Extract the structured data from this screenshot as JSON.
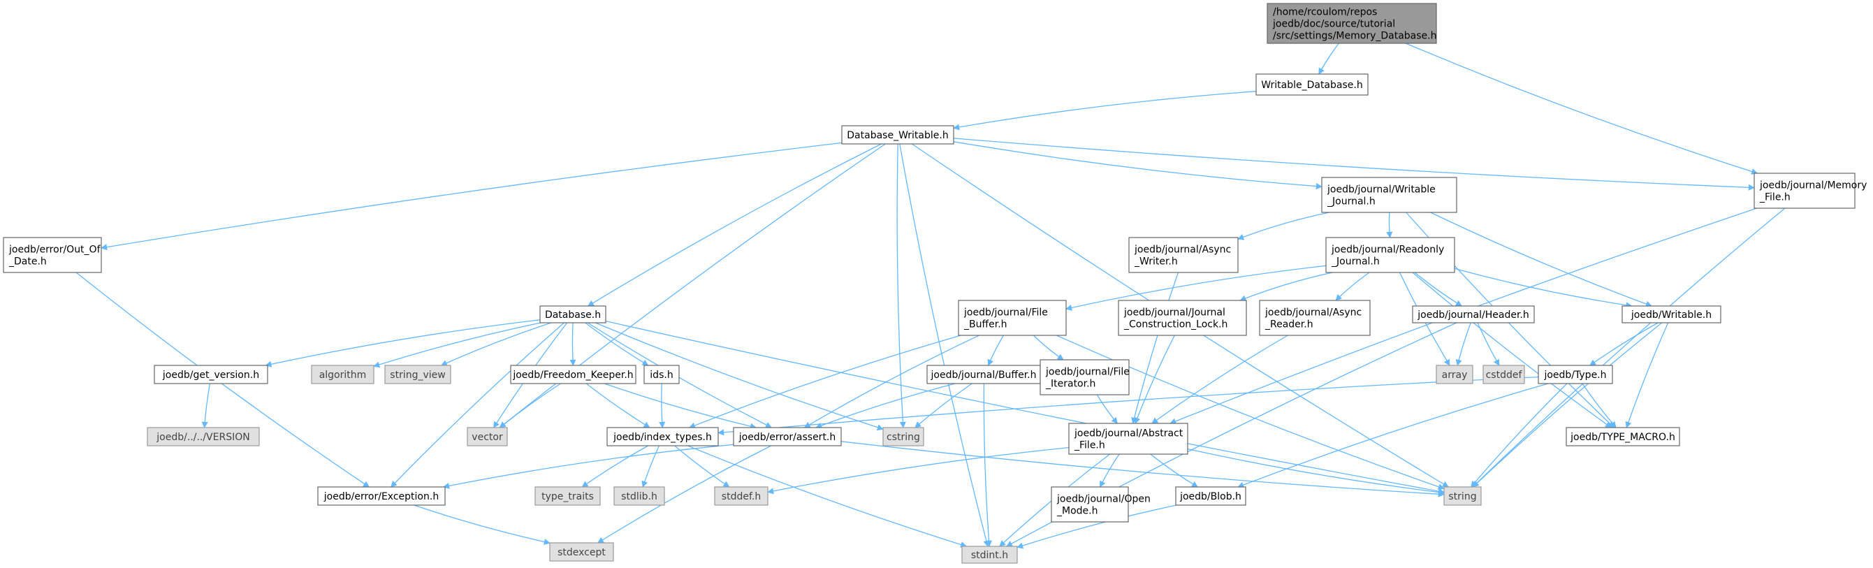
{
  "graph": {
    "nodes": [
      {
        "id": "n0",
        "kind": "root",
        "lines": [
          "/home/rcoulom/repos",
          "joedb/doc/source/tutorial",
          "/src/settings/Memory_Database.h"
        ]
      },
      {
        "id": "n1",
        "kind": "normal",
        "lines": [
          "Writable_Database.h"
        ]
      },
      {
        "id": "n2",
        "kind": "normal",
        "lines": [
          "Database_Writable.h"
        ]
      },
      {
        "id": "n3",
        "kind": "normal",
        "lines": [
          "joedb/journal/Memory",
          "_File.h"
        ]
      },
      {
        "id": "n4",
        "kind": "normal",
        "lines": [
          "joedb/error/Out_Of",
          "_Date.h"
        ]
      },
      {
        "id": "n5",
        "kind": "normal",
        "lines": [
          "joedb/journal/Writable",
          "_Journal.h"
        ]
      },
      {
        "id": "n6",
        "kind": "normal",
        "lines": [
          "joedb/journal/Async",
          "_Writer.h"
        ]
      },
      {
        "id": "n7",
        "kind": "normal",
        "lines": [
          "joedb/journal/Readonly",
          "_Journal.h"
        ]
      },
      {
        "id": "n8",
        "kind": "normal",
        "lines": [
          "Database.h"
        ]
      },
      {
        "id": "n9",
        "kind": "normal",
        "lines": [
          "joedb/journal/File",
          "_Buffer.h"
        ]
      },
      {
        "id": "n10",
        "kind": "normal",
        "lines": [
          "joedb/journal/Journal",
          "_Construction_Lock.h"
        ]
      },
      {
        "id": "n11",
        "kind": "normal",
        "lines": [
          "joedb/journal/Async",
          "_Reader.h"
        ]
      },
      {
        "id": "n12",
        "kind": "normal",
        "lines": [
          "joedb/journal/Header.h"
        ]
      },
      {
        "id": "n13",
        "kind": "normal",
        "lines": [
          "joedb/Writable.h"
        ]
      },
      {
        "id": "n14",
        "kind": "normal",
        "lines": [
          "joedb/get_version.h"
        ]
      },
      {
        "id": "n15",
        "kind": "system",
        "lines": [
          "algorithm"
        ]
      },
      {
        "id": "n16",
        "kind": "system",
        "lines": [
          "string_view"
        ]
      },
      {
        "id": "n17",
        "kind": "normal",
        "lines": [
          "joedb/Freedom_Keeper.h"
        ]
      },
      {
        "id": "n18",
        "kind": "normal",
        "lines": [
          "ids.h"
        ]
      },
      {
        "id": "n19",
        "kind": "normal",
        "lines": [
          "joedb/journal/Buffer.h"
        ]
      },
      {
        "id": "n20",
        "kind": "normal",
        "lines": [
          "joedb/journal/File",
          "_Iterator.h"
        ]
      },
      {
        "id": "n21",
        "kind": "system",
        "lines": [
          "array"
        ]
      },
      {
        "id": "n22",
        "kind": "system",
        "lines": [
          "cstddef"
        ]
      },
      {
        "id": "n23",
        "kind": "normal",
        "lines": [
          "joedb/Type.h"
        ]
      },
      {
        "id": "n24",
        "kind": "system",
        "lines": [
          "joedb/../../VERSION"
        ]
      },
      {
        "id": "n25",
        "kind": "system",
        "lines": [
          "vector"
        ]
      },
      {
        "id": "n26",
        "kind": "normal",
        "lines": [
          "joedb/index_types.h"
        ]
      },
      {
        "id": "n27",
        "kind": "normal",
        "lines": [
          "joedb/error/assert.h"
        ]
      },
      {
        "id": "n28",
        "kind": "system",
        "lines": [
          "cstring"
        ]
      },
      {
        "id": "n29",
        "kind": "normal",
        "lines": [
          "joedb/journal/Abstract",
          "_File.h"
        ]
      },
      {
        "id": "n30",
        "kind": "normal",
        "lines": [
          "joedb/TYPE_MACRO.h"
        ]
      },
      {
        "id": "n31",
        "kind": "normal",
        "lines": [
          "joedb/error/Exception.h"
        ]
      },
      {
        "id": "n32",
        "kind": "system",
        "lines": [
          "type_traits"
        ]
      },
      {
        "id": "n33",
        "kind": "system",
        "lines": [
          "stdlib.h"
        ]
      },
      {
        "id": "n34",
        "kind": "system",
        "lines": [
          "stddef.h"
        ]
      },
      {
        "id": "n35",
        "kind": "system",
        "lines": [
          "string"
        ]
      },
      {
        "id": "n36",
        "kind": "normal",
        "lines": [
          "joedb/journal/Open",
          "_Mode.h"
        ]
      },
      {
        "id": "n37",
        "kind": "normal",
        "lines": [
          "joedb/Blob.h"
        ]
      },
      {
        "id": "n38",
        "kind": "system",
        "lines": [
          "stdexcept"
        ]
      },
      {
        "id": "n39",
        "kind": "system",
        "lines": [
          "stdint.h"
        ]
      }
    ],
    "edges": [
      [
        "n0",
        "n1"
      ],
      [
        "n0",
        "n3"
      ],
      [
        "n1",
        "n2"
      ],
      [
        "n2",
        "n4"
      ],
      [
        "n2",
        "n25"
      ],
      [
        "n2",
        "n8"
      ],
      [
        "n2",
        "n39"
      ],
      [
        "n2",
        "n28"
      ],
      [
        "n2",
        "n5"
      ],
      [
        "n2",
        "n3"
      ],
      [
        "n2",
        "n35"
      ],
      [
        "n3",
        "n29"
      ],
      [
        "n3",
        "n35"
      ],
      [
        "n4",
        "n31"
      ],
      [
        "n5",
        "n6"
      ],
      [
        "n5",
        "n7"
      ],
      [
        "n5",
        "n13"
      ],
      [
        "n5",
        "n30"
      ],
      [
        "n6",
        "n29"
      ],
      [
        "n7",
        "n9"
      ],
      [
        "n7",
        "n10"
      ],
      [
        "n7",
        "n11"
      ],
      [
        "n7",
        "n12"
      ],
      [
        "n7",
        "n21"
      ],
      [
        "n7",
        "n13"
      ],
      [
        "n7",
        "n30"
      ],
      [
        "n8",
        "n14"
      ],
      [
        "n8",
        "n15"
      ],
      [
        "n8",
        "n16"
      ],
      [
        "n8",
        "n25"
      ],
      [
        "n8",
        "n17"
      ],
      [
        "n8",
        "n18"
      ],
      [
        "n8",
        "n27"
      ],
      [
        "n8",
        "n28"
      ],
      [
        "n8",
        "n35"
      ],
      [
        "n8",
        "n31"
      ],
      [
        "n9",
        "n19"
      ],
      [
        "n9",
        "n20"
      ],
      [
        "n9",
        "n26"
      ],
      [
        "n9",
        "n27"
      ],
      [
        "n9",
        "n35"
      ],
      [
        "n10",
        "n29"
      ],
      [
        "n11",
        "n29"
      ],
      [
        "n12",
        "n21"
      ],
      [
        "n12",
        "n22"
      ],
      [
        "n12",
        "n39"
      ],
      [
        "n13",
        "n23"
      ],
      [
        "n13",
        "n30"
      ],
      [
        "n13",
        "n35"
      ],
      [
        "n14",
        "n24"
      ],
      [
        "n17",
        "n25"
      ],
      [
        "n17",
        "n26"
      ],
      [
        "n17",
        "n27"
      ],
      [
        "n18",
        "n26"
      ],
      [
        "n19",
        "n27"
      ],
      [
        "n19",
        "n28"
      ],
      [
        "n19",
        "n39"
      ],
      [
        "n20",
        "n29"
      ],
      [
        "n23",
        "n26"
      ],
      [
        "n23",
        "n30"
      ],
      [
        "n23",
        "n37"
      ],
      [
        "n23",
        "n35"
      ],
      [
        "n26",
        "n32"
      ],
      [
        "n26",
        "n33"
      ],
      [
        "n26",
        "n34"
      ],
      [
        "n26",
        "n39"
      ],
      [
        "n27",
        "n31"
      ],
      [
        "n27",
        "n38"
      ],
      [
        "n27",
        "n35"
      ],
      [
        "n29",
        "n34"
      ],
      [
        "n29",
        "n36"
      ],
      [
        "n29",
        "n37"
      ],
      [
        "n29",
        "n39"
      ],
      [
        "n29",
        "n35"
      ],
      [
        "n31",
        "n38"
      ],
      [
        "n37",
        "n39"
      ]
    ]
  },
  "colors": {
    "edge": "#63b8ff",
    "root_fill": "#999999",
    "node_fill": "#ffffff",
    "system_fill": "#e0e0e0"
  }
}
